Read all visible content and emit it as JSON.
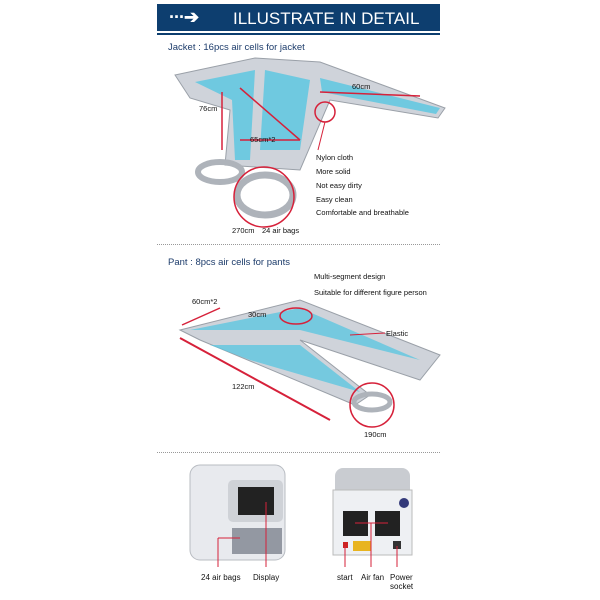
{
  "banner": {
    "arrow": "···➔",
    "title": "ILLUSTRATE IN DETAIL"
  },
  "jacket": {
    "heading": "Jacket : 16pcs air cells for jacket",
    "dim_width": "60cm",
    "dim_height": "76cm",
    "dim_chest": "65cm*2",
    "features": [
      "Nylon cloth",
      "More solid",
      "Not easy dirty",
      "Easy clean",
      "Comfortable and breathable"
    ],
    "tube_length": "270cm",
    "air_bags": "24 air bags"
  },
  "pant": {
    "heading": "Pant : 8pcs air cells for pants",
    "features": [
      "Multi-segment design",
      "Suitable for different figure person"
    ],
    "dim_waist": "60cm*2",
    "dim_thigh": "30cm",
    "elastic": "Elastic",
    "dim_length": "122cm",
    "tube_length": "190cm"
  },
  "machine": {
    "front_labels": [
      "24 air bags",
      "Display"
    ],
    "back_labels": [
      "start",
      "Air fan",
      "Power socket"
    ]
  },
  "colors": {
    "banner": "#0d3e6f",
    "accent": "#d6213a",
    "cell": "#5ec7e0"
  }
}
